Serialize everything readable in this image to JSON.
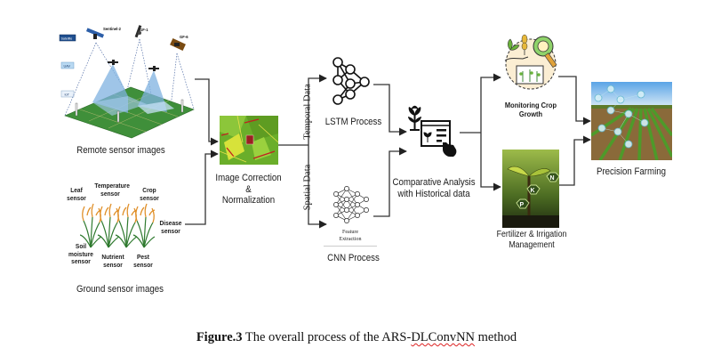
{
  "remote": {
    "layers": [
      "Satellite",
      "UAV",
      "IoT"
    ],
    "satellites": [
      "Sentinel-2",
      "GF-1",
      "GF-6"
    ],
    "title": "Remote sensor images"
  },
  "ground": {
    "sensors": {
      "leaf": "Leaf sensor",
      "temperature": "Temperature sensor",
      "crop": "Crop sensor",
      "disease": "Disease sensor",
      "soil": "Soil moisture sensor",
      "nutrient": "Nutrient sensor",
      "pest": "Pest sensor"
    },
    "title": "Ground sensor images"
  },
  "preprocess": {
    "line1": "Image Correction",
    "line2": "&",
    "line3": "Normalization"
  },
  "branches": {
    "temporal": "Temporal Data",
    "spatial": "Spatial Data"
  },
  "lstm": {
    "title": "LSTM Process"
  },
  "cnn": {
    "title": "CNN Process",
    "sublabel_1": "Feature",
    "sublabel_2": "Extraction"
  },
  "analysis": {
    "line1": "Comparative Analysis",
    "line2": "with Historical data"
  },
  "monitoring": {
    "line1": "Monitoring Crop",
    "line2": "Growth"
  },
  "fertilizer": {
    "line1": "Fertilizer & Irrigation",
    "line2": "Management",
    "nutrients": [
      "P",
      "K",
      "N"
    ]
  },
  "precision": {
    "title": "Precision Farming"
  },
  "caption": {
    "label": "Figure.3",
    "text_before": " The overall process of the ARS-",
    "flagged_word": "DLConvNN",
    "text_after": " method"
  },
  "colors": {
    "field_green": "#3f8f3a",
    "cone_blue": "#7fb2e0",
    "arrow": "#222222",
    "crop_orange": "#e0902a",
    "crop_green": "#2f7a2f",
    "spell_red": "#dd2222"
  }
}
